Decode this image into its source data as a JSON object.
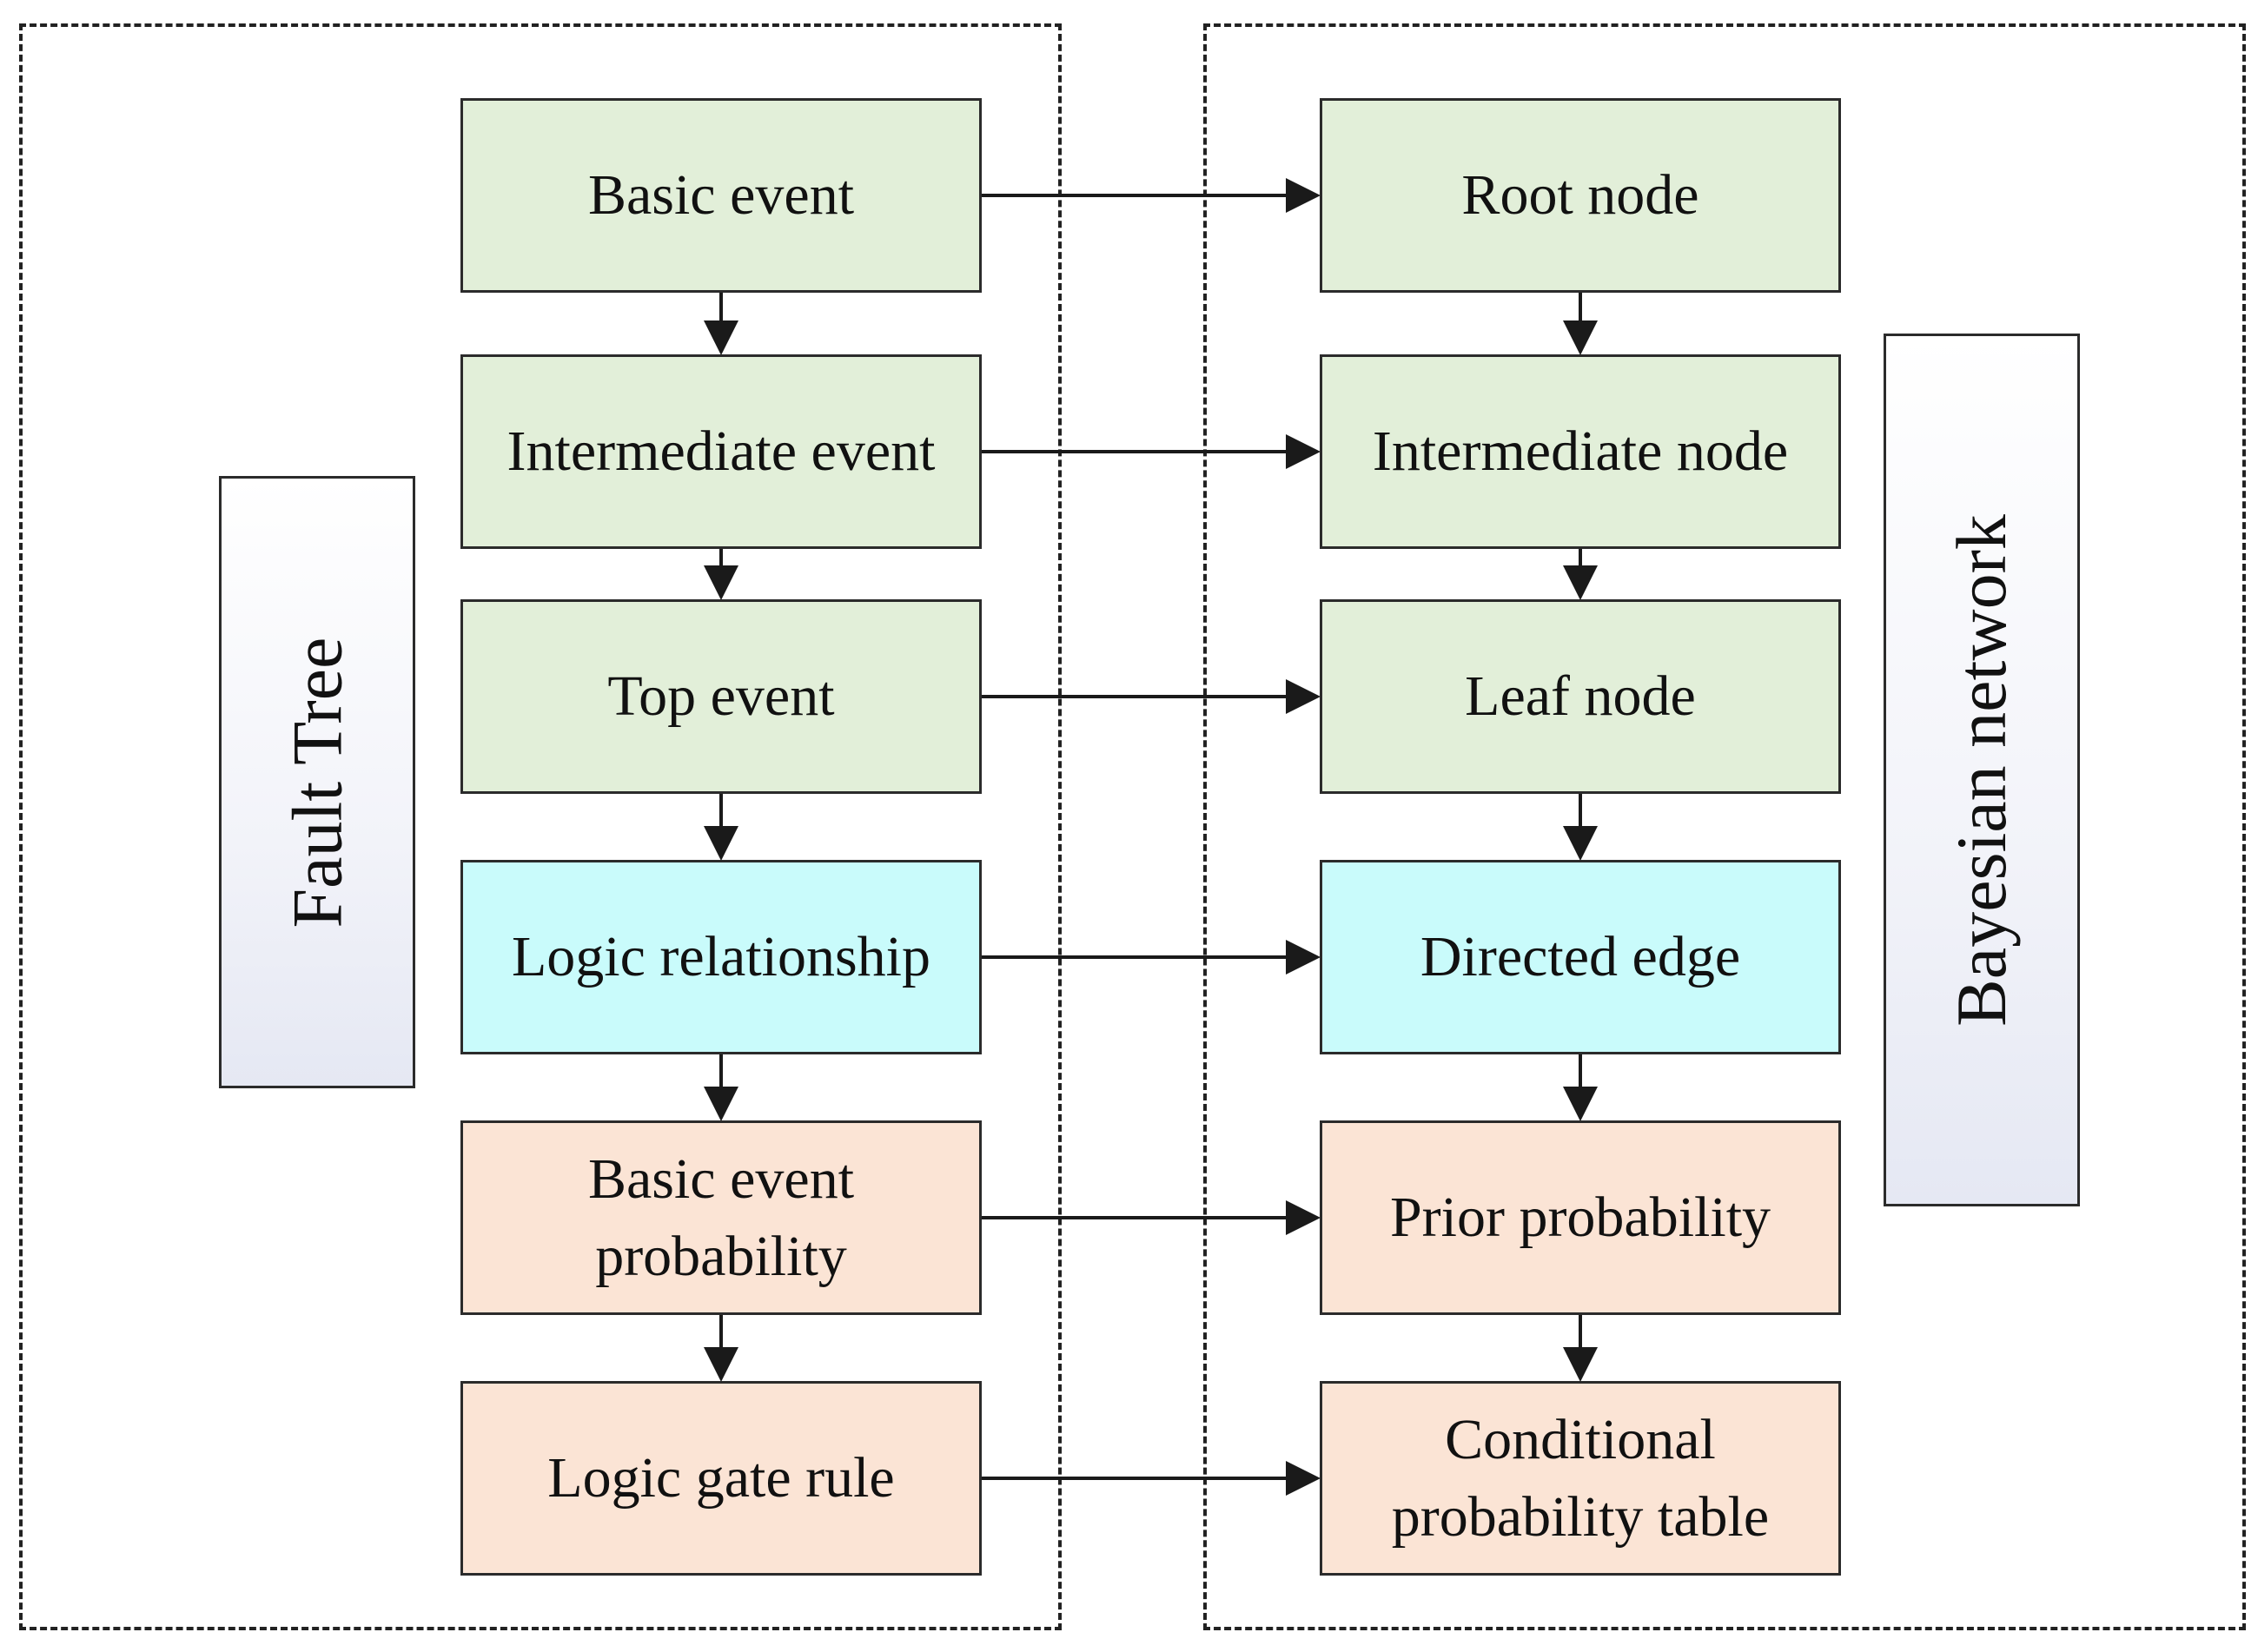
{
  "panels": {
    "fault_tree": {
      "label": "Fault Tree",
      "nodes": [
        "Basic event",
        "Intermediate event",
        "Top event",
        "Logic relationship",
        "Basic event probability",
        "Logic gate rule"
      ]
    },
    "bayesian_network": {
      "label": "Bayesian network",
      "nodes": [
        "Root node",
        "Intermediate node",
        "Leaf node",
        "Directed edge",
        "Prior probability",
        "Conditional probability table"
      ]
    }
  },
  "colors": {
    "green": "#e2efd9",
    "cyan": "#c9fbfb",
    "peach": "#fbe4d5",
    "line": "#1a1a1a"
  }
}
